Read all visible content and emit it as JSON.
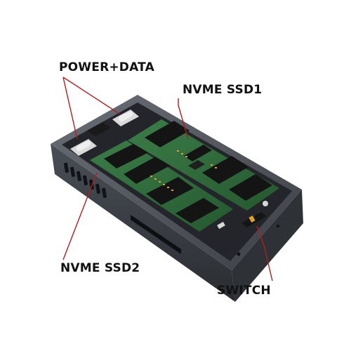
{
  "labels": {
    "power_data": "POWER+DATA",
    "nvme_ssd1": "NVME SSD1",
    "nvme_ssd2": "NVME SSD2",
    "switch": "SWITCH"
  },
  "colors": {
    "background": "#ffffff",
    "enclosure": "#3a3d44",
    "pcb_green": "#2f6b3c",
    "chip_black": "#141414",
    "leader_line": "#b01e1e",
    "label_text": "#111111",
    "usb_port": "#e6e6e6"
  },
  "icons": [
    "usb-c-port-icon",
    "slide-switch-icon"
  ]
}
